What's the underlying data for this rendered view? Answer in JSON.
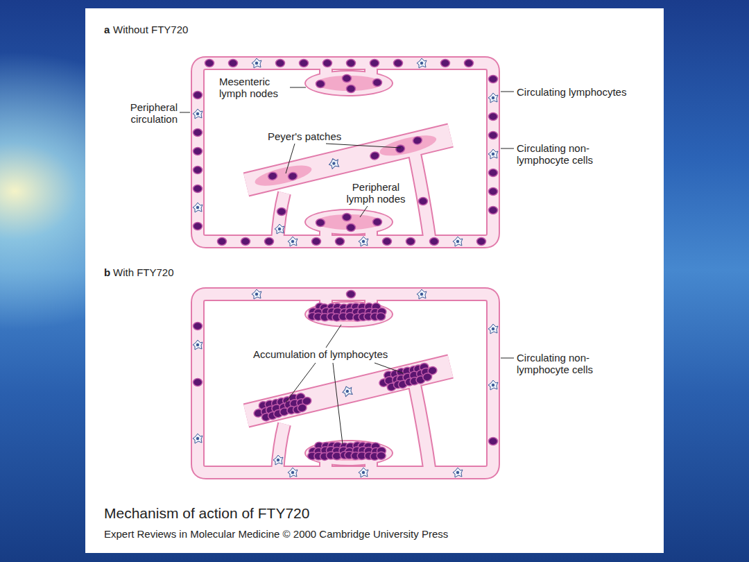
{
  "diagram": {
    "title": "Mechanism of action of FTY720",
    "caption": "Expert Reviews in Molecular Medicine © 2000 Cambridge University Press",
    "labels": [
      "a",
      "Without FTY720",
      "Mesenteric lymph nodes",
      "Peripheral circulation",
      "Peyer's patches",
      "Peripheral lymph nodes",
      "Circulating lymphocytes",
      "Circulating non-lymphocyte cells",
      "b",
      "With FTY720",
      "Accumulation of lymphocytes",
      "Circulating non-lymphocyte cells"
    ]
  }
}
